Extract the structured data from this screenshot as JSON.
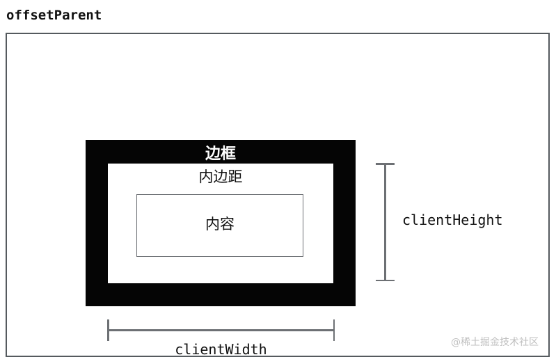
{
  "diagram": {
    "title": "offsetParent",
    "type": "css-box-model",
    "colors": {
      "background": "#ffffff",
      "outer_border": "#555a5e",
      "border_box_fill": "#050505",
      "border_label_text": "#ffffff",
      "padding_box_fill": "#ffffff",
      "content_box_border": "#6d7074",
      "text": "#111111",
      "dimension_line": "#6d7074",
      "watermark": "#bfbfbf"
    },
    "boxes": {
      "border_box": {
        "label": "边框"
      },
      "padding_box": {
        "label": "内边距"
      },
      "content_box": {
        "label": "内容"
      }
    },
    "dimensions": {
      "vertical": {
        "label": "clientHeight"
      },
      "horizontal": {
        "label": "clientWidth"
      }
    },
    "watermark": "@稀土掘金技术社区"
  }
}
